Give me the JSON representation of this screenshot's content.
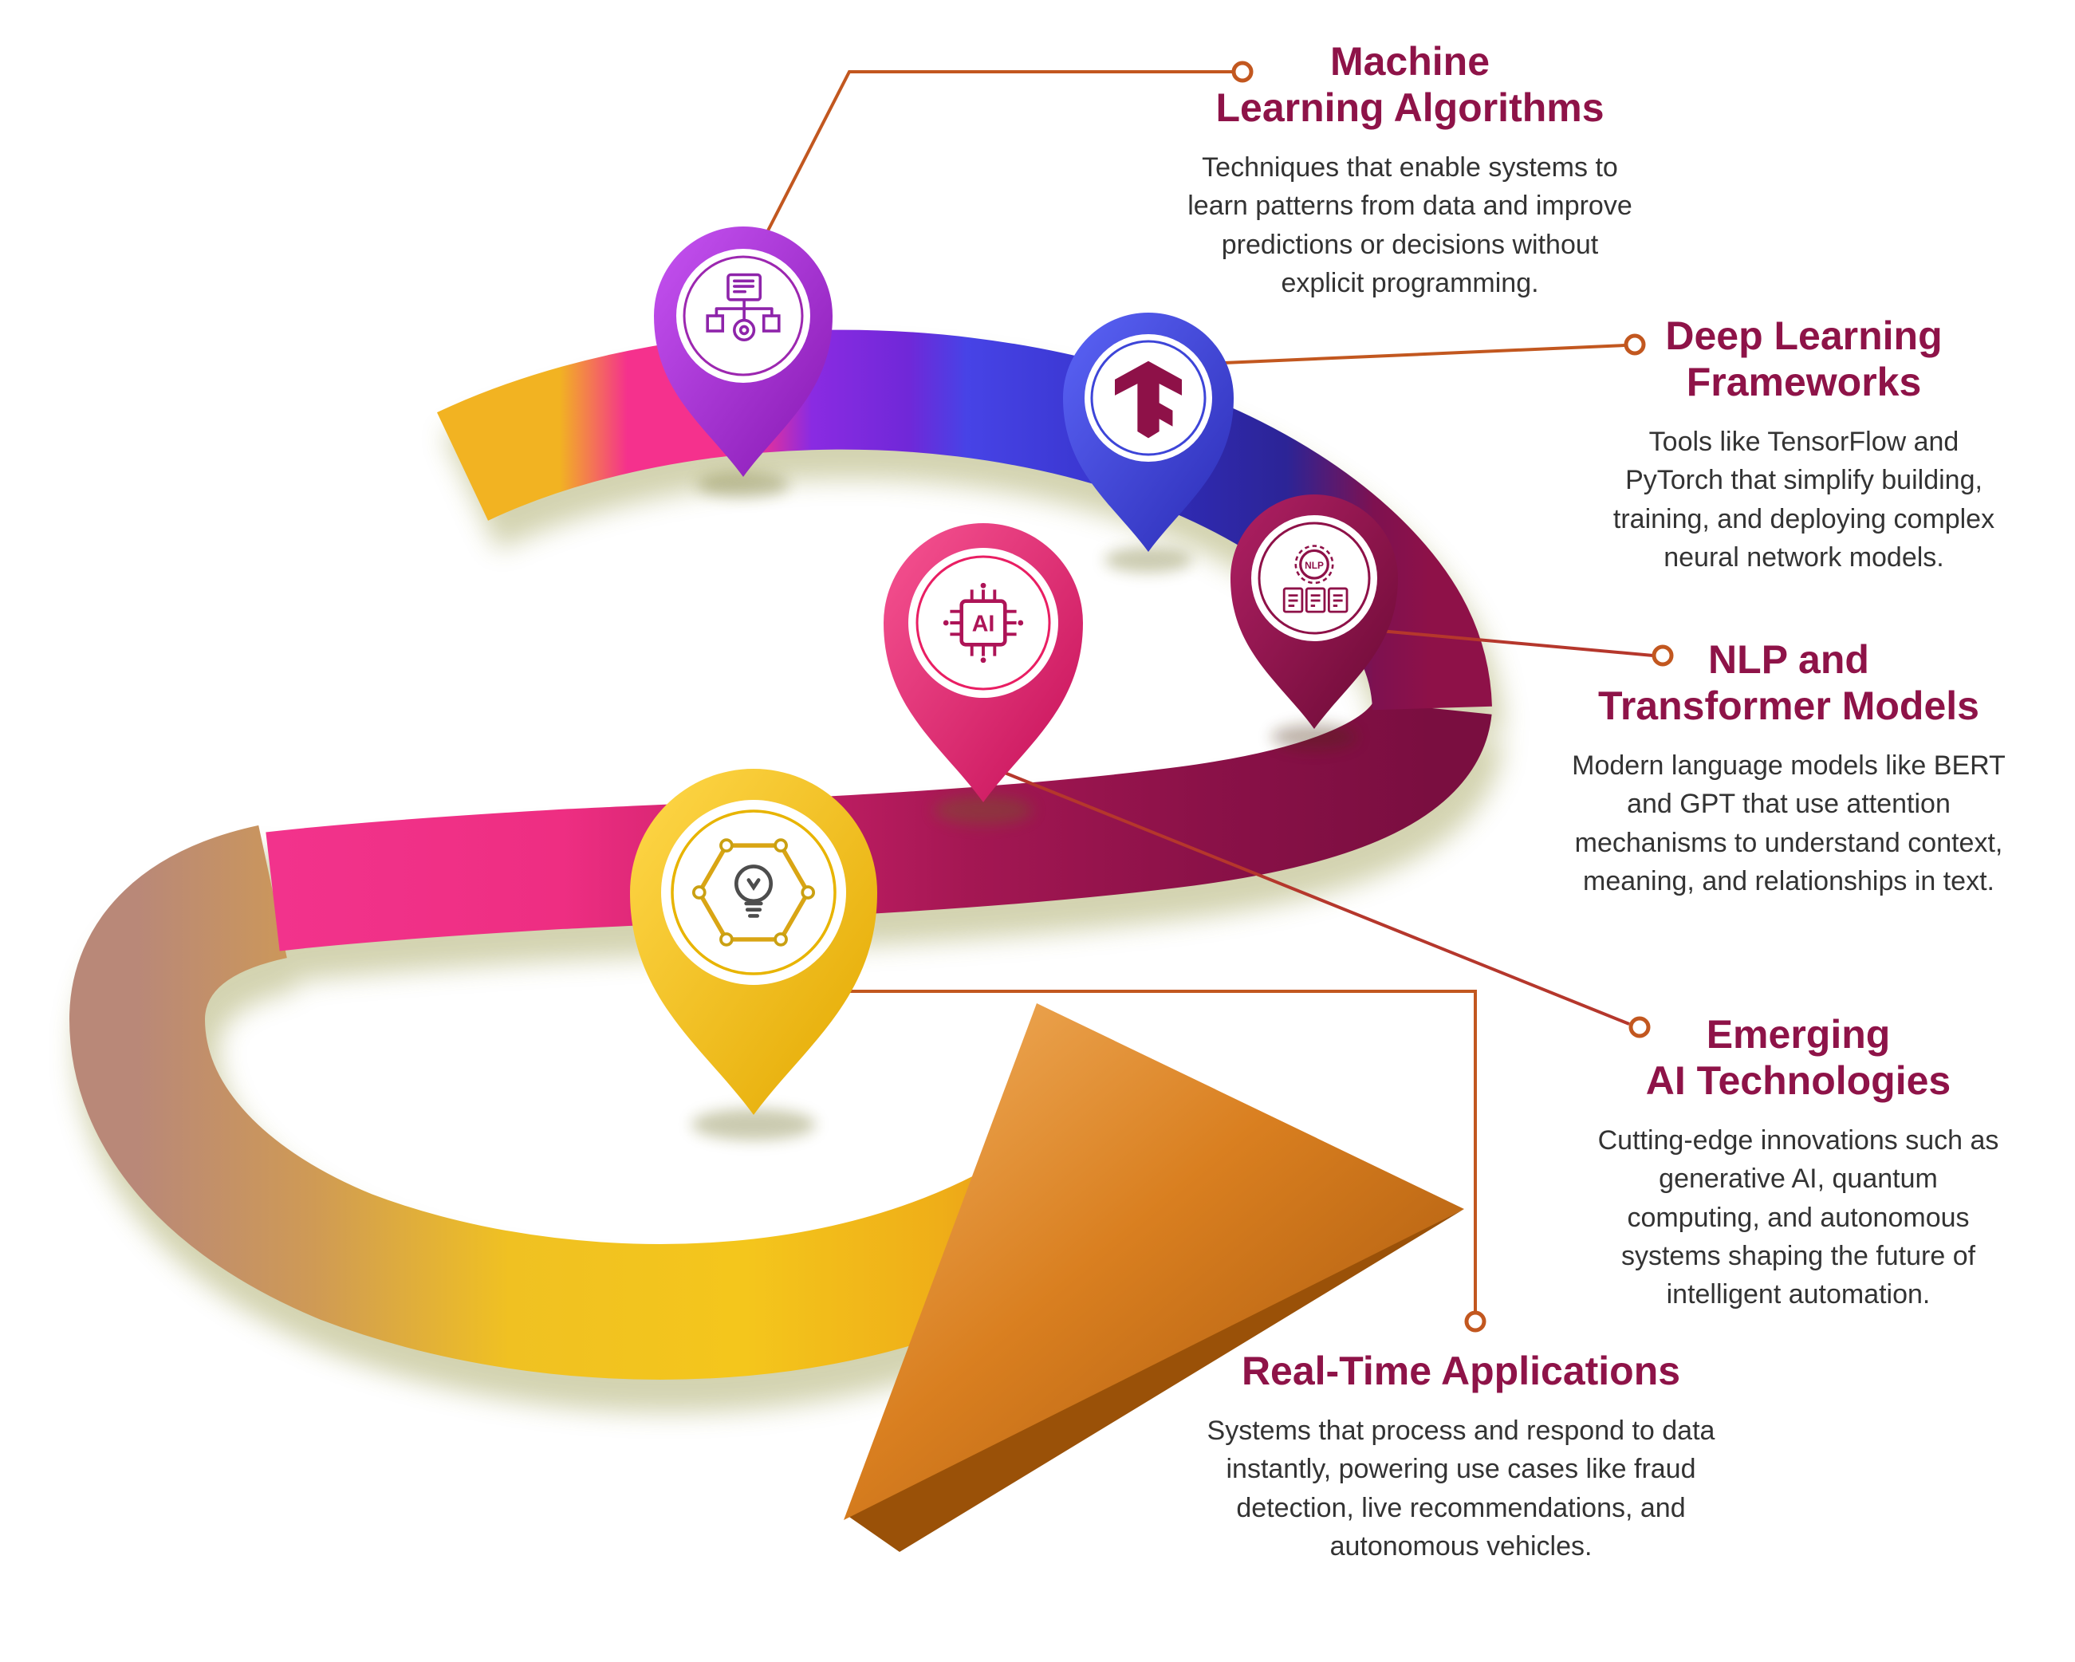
{
  "callouts": [
    {
      "title_line1": "Machine",
      "title_line2": "Learning Algorithms",
      "description": "Techniques that enable systems to learn patterns from data and improve predictions or decisions without explicit programming."
    },
    {
      "title_line1": "Deep Learning",
      "title_line2": "Frameworks",
      "description": "Tools like TensorFlow and PyTorch that simplify building, training, and deploying complex neural network models."
    },
    {
      "title_line1": "NLP and",
      "title_line2": "Transformer Models",
      "description": "Modern language models like BERT and GPT that use attention mechanisms to understand context, meaning, and relationships in text."
    },
    {
      "title_line1": "Emerging",
      "title_line2": "AI Technologies",
      "description": "Cutting-edge innovations such as generative AI, quantum computing, and autonomous systems shaping the future of intelligent automation."
    },
    {
      "title_line1": "Real-Time Applications",
      "title_line2": "",
      "description": "Systems that process and respond to data instantly, powering use cases like fraud detection, live recommendations, and autonomous vehicles."
    }
  ],
  "icon_labels": {
    "ai": "AI",
    "nlp": "NLP"
  },
  "palette": {
    "title_color": "#8e1348",
    "body_text_color": "#333333",
    "connector_orange": "#c2571f",
    "connector_red": "#b5372c",
    "pin_purple": "#a62fd1",
    "pin_blue": "#4450e8",
    "pin_maroon": "#8e1148",
    "pin_pink": "#e91e63",
    "pin_yellow": "#f5c518",
    "road_yellow": "#f2b322",
    "road_pink": "#f5318d",
    "road_purple": "#8a2be2",
    "road_blue": "#3936cf",
    "road_maroon": "#8e1148",
    "arrow_orange": "#d97f20"
  }
}
